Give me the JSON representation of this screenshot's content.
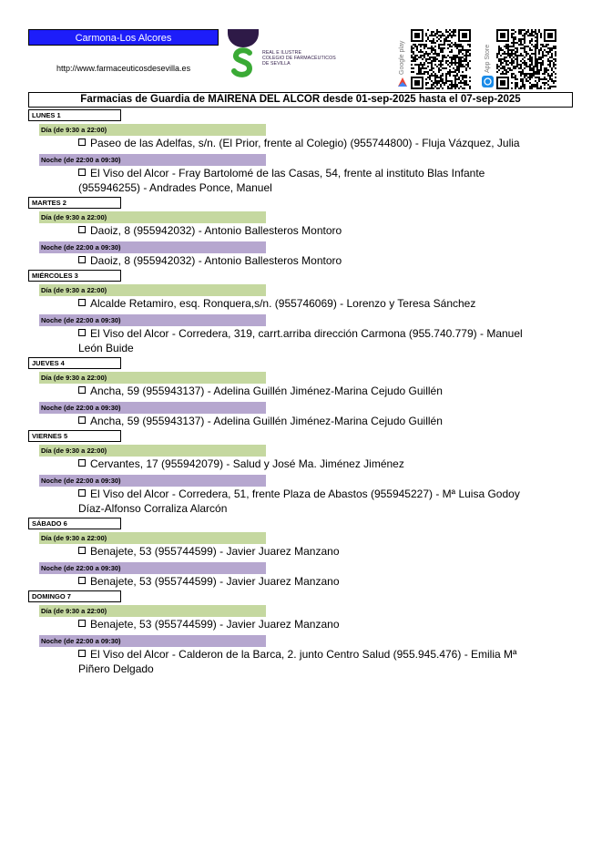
{
  "header": {
    "region": "Carmona-Los Alcores",
    "website": "http://www.farmaceuticosdesevilla.es",
    "logo_lines": [
      "REAL E ILUSTRE",
      "COLEGIO DE FARMACÉUTICOS",
      "DE SEVILLA"
    ],
    "google_play_label": "Google play",
    "app_store_label": "App Store"
  },
  "title": "Farmacias de Guardia de MAIRENA DEL ALCOR desde 01-sep-2025 hasta el 07-sep-2025",
  "colors": {
    "day_shift": "#c5d8a0",
    "night_shift": "#b6a7cf",
    "region_box": "#1d1dfa",
    "logo_purple": "#2e1a47",
    "logo_green": "#3aaa35"
  },
  "schedule": [
    {
      "day": "LUNES 1",
      "shifts": [
        {
          "type": "day",
          "label": "Día (de 9:30 a 22:00)",
          "entries": [
            "Paseo de las Adelfas, s/n. (El Prior, frente al Colegio) (955744800) - Fluja Vázquez, Julia"
          ]
        },
        {
          "type": "night",
          "label": "Noche (de 22:00 a 09:30)",
          "entries": [
            "El Viso del Alcor - Fray Bartolomé de las Casas, 54, frente al instituto Blas Infante (955946255) - Andrades Ponce, Manuel"
          ]
        }
      ]
    },
    {
      "day": "MARTES 2",
      "shifts": [
        {
          "type": "day",
          "label": "Día (de 9:30 a 22:00)",
          "entries": [
            "Daoiz, 8 (955942032) - Antonio Ballesteros Montoro"
          ]
        },
        {
          "type": "night",
          "label": "Noche (de 22:00 a 09:30)",
          "entries": [
            "Daoiz, 8 (955942032) - Antonio Ballesteros Montoro"
          ]
        }
      ]
    },
    {
      "day": "MIÉRCOLES 3",
      "shifts": [
        {
          "type": "day",
          "label": "Día (de 9:30 a 22:00)",
          "entries": [
            "Alcalde Retamiro, esq. Ronquera,s/n. (955746069) - Lorenzo y Teresa Sánchez"
          ]
        },
        {
          "type": "night",
          "label": "Noche (de 22:00 a 09:30)",
          "entries": [
            "El Viso del Alcor - Corredera, 319, carrt.arriba dirección Carmona (955.740.779) - Manuel León Buide"
          ]
        }
      ]
    },
    {
      "day": "JUEVES 4",
      "shifts": [
        {
          "type": "day",
          "label": "Día (de 9:30 a 22:00)",
          "entries": [
            "Ancha, 59 (955943137) - Adelina Guillén Jiménez-Marina Cejudo Guillén"
          ]
        },
        {
          "type": "night",
          "label": "Noche (de 22:00 a 09:30)",
          "entries": [
            "Ancha, 59 (955943137) - Adelina Guillén Jiménez-Marina Cejudo Guillén"
          ]
        }
      ]
    },
    {
      "day": "VIERNES 5",
      "shifts": [
        {
          "type": "day",
          "label": "Día (de 9:30 a 22:00)",
          "entries": [
            "Cervantes,  17 (955942079) - Salud y José Ma. Jiménez Jiménez"
          ]
        },
        {
          "type": "night",
          "label": "Noche (de 22:00 a 09:30)",
          "entries": [
            "El Viso del Alcor - Corredera, 51, frente Plaza de Abastos (955945227) - Mª Luisa Godoy Díaz-Alfonso Corraliza Alarcón"
          ]
        }
      ]
    },
    {
      "day": "SÁBADO 6",
      "shifts": [
        {
          "type": "day",
          "label": "Día (de 9:30 a 22:00)",
          "entries": [
            "Benajete, 53 (955744599) - Javier Juarez Manzano"
          ]
        },
        {
          "type": "night",
          "label": "Noche (de 22:00 a 09:30)",
          "entries": [
            "Benajete, 53 (955744599) - Javier Juarez Manzano"
          ]
        }
      ]
    },
    {
      "day": "DOMINGO 7",
      "shifts": [
        {
          "type": "day",
          "label": "Día (de 9:30 a 22:00)",
          "entries": [
            "Benajete, 53 (955744599) - Javier Juarez Manzano"
          ]
        },
        {
          "type": "night",
          "label": "Noche (de 22:00 a 09:30)",
          "entries": [
            "El Viso del Alcor - Calderon de la Barca, 2. junto Centro Salud (955.945.476) - Emilia Mª Piñero Delgado"
          ]
        }
      ]
    }
  ]
}
